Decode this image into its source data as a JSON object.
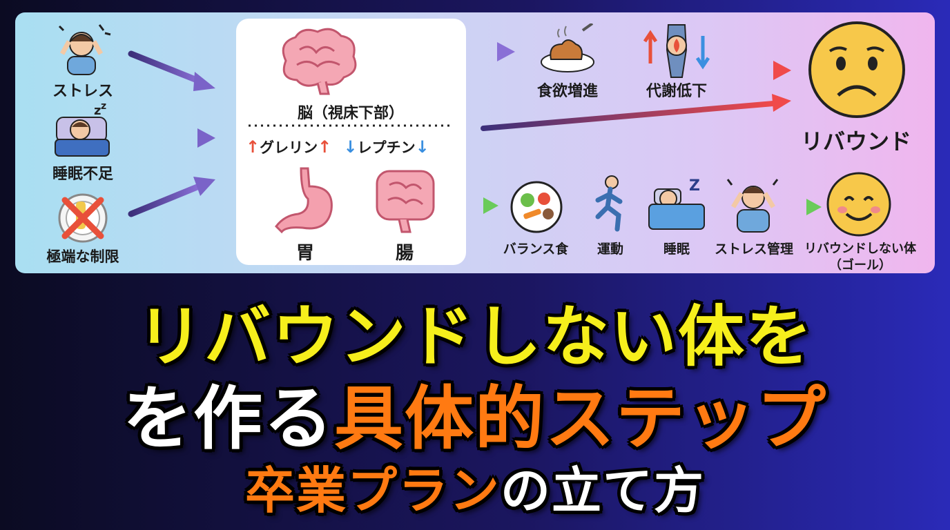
{
  "left_factors": [
    {
      "label": "ストレス",
      "icon": "stressed-person-icon"
    },
    {
      "label": "睡眠不足",
      "icon": "sleeping-person-icon"
    },
    {
      "label": "極端な制限",
      "icon": "crossed-plate-icon"
    }
  ],
  "center_box": {
    "brain_label": "脳（視床下部）",
    "ghrelin_label": "グレリン",
    "leptin_label": "レプチン",
    "stomach_label": "胃",
    "gut_label": "腸"
  },
  "top_row": [
    {
      "label": "食欲増進",
      "icon": "food-plate-icon"
    },
    {
      "label": "代謝低下",
      "icon": "metabolism-body-icon"
    }
  ],
  "rebound": {
    "label": "リバウンド",
    "icon": "sad-face-icon"
  },
  "bottom_row": [
    {
      "label": "バランス食",
      "icon": "salad-plate-icon"
    },
    {
      "label": "運動",
      "icon": "running-person-icon"
    },
    {
      "label": "睡眠",
      "icon": "sleep-icon"
    },
    {
      "label": "ストレス管理",
      "icon": "stress-management-icon"
    }
  ],
  "goal": {
    "label_line1": "リバウンドしない体",
    "label_line2": "（ゴール）",
    "icon": "happy-face-icon"
  },
  "title": {
    "line1": "リバウンドしない体を",
    "line2_white": "を作る",
    "line2_orange": "具体的ステップ",
    "line3_orange": "卒業プラン",
    "line3_white": "の立て方"
  },
  "colors": {
    "title_yellow": "#f6ef1c",
    "title_orange": "#ff7a12",
    "arrow_purple": "#6a5aa8",
    "arrow_red": "#e84a55",
    "arrow_green": "#5bbf5a",
    "up_red": "#e8503a",
    "down_blue": "#3a8fe0"
  }
}
